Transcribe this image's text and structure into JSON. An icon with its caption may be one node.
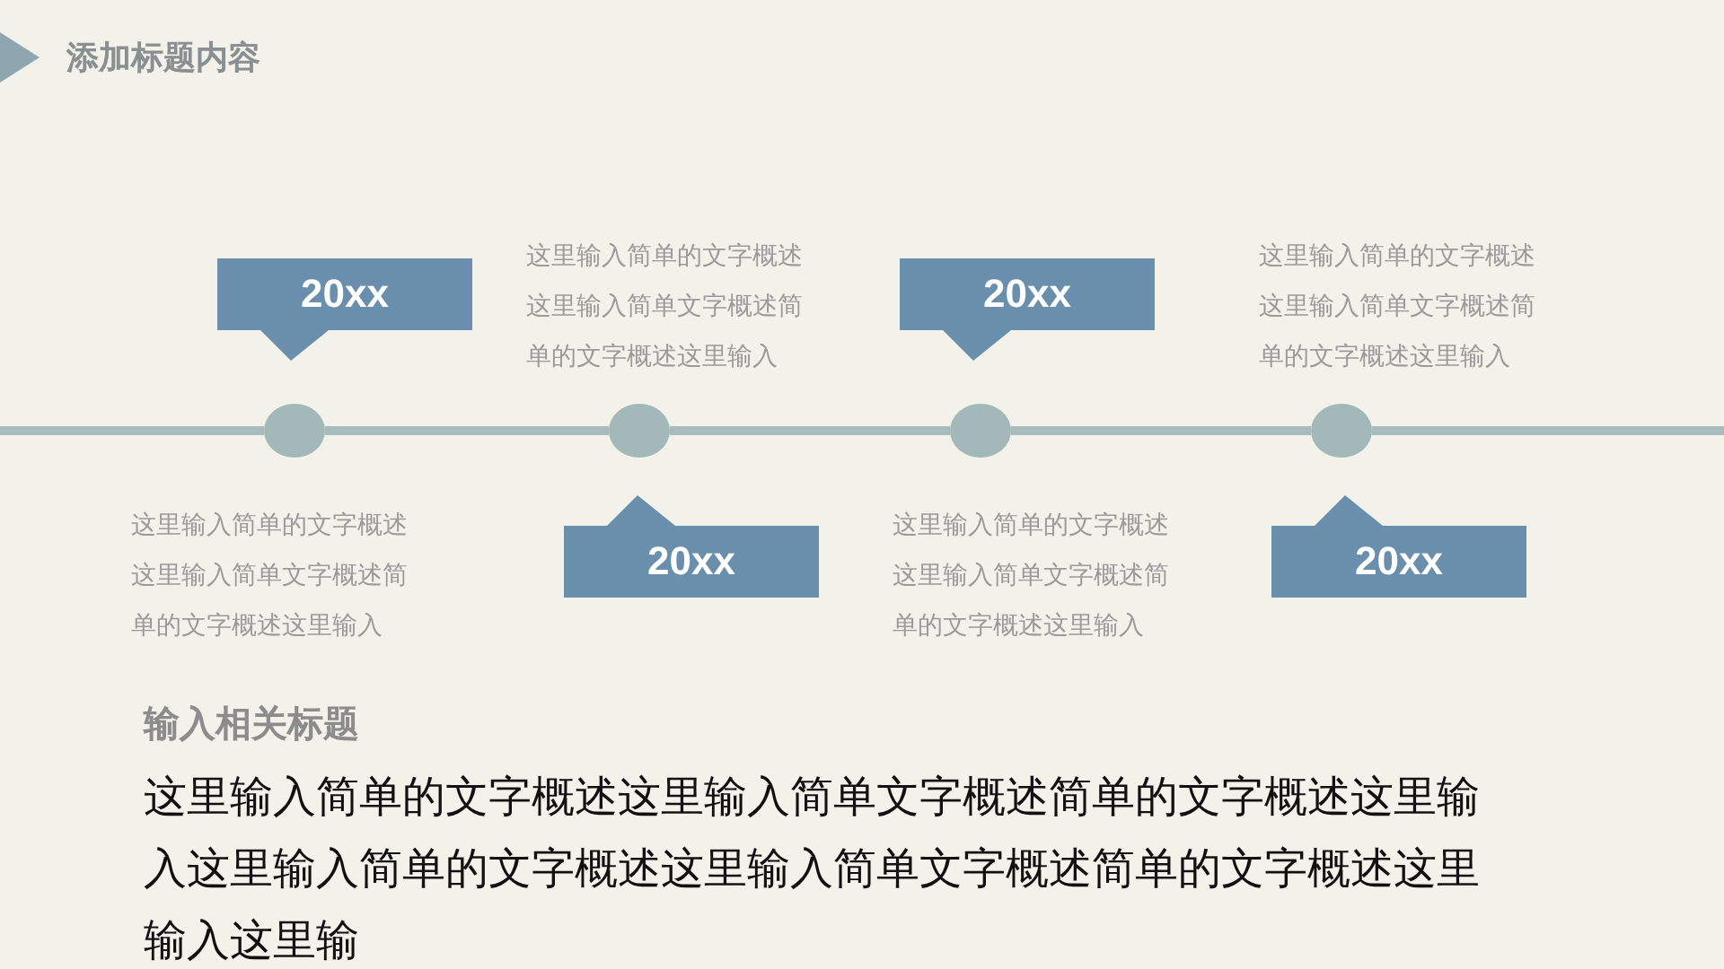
{
  "diagram": {
    "title": "添加标题内容",
    "nodes": [
      {
        "text": [
          "20xx"
        ]
      },
      {
        "text": [
          "20xx"
        ]
      },
      {
        "text": [
          "20xx"
        ]
      },
      {
        "text": [
          "20xx"
        ]
      },
      {
        "text": [],
        "shape": "circle"
      },
      {
        "text": [],
        "shape": "circle"
      },
      {
        "text": [],
        "shape": "circle"
      },
      {
        "text": [],
        "shape": "circle"
      }
    ],
    "edges": [
      {
        "from": 4,
        "to": 5,
        "arrow": "none"
      },
      {
        "from": 5,
        "to": 6,
        "arrow": "none"
      },
      {
        "from": 6,
        "to": 7,
        "arrow": "none"
      }
    ],
    "labels": [
      "这里输入简单的文字概述这里输入简单文字概述简单的文字概述这里输入",
      "这里输入简单的文字概述这里输入简单文字概述简单的文字概述这里输入",
      "这里输入简单的文字概述这里输入简单文字概述简单的文字概述这里输入",
      "这里输入简单的文字概述这里输入简单文字概述简单的文字概述这里输入",
      "输入相关标题",
      "这里输入简单的文字概述这里输入简单文字概述简单的文字概述这里输入这里输入简单的文字概述这里输入简单文字概述简单的文字概述这里输入这里输"
    ]
  }
}
